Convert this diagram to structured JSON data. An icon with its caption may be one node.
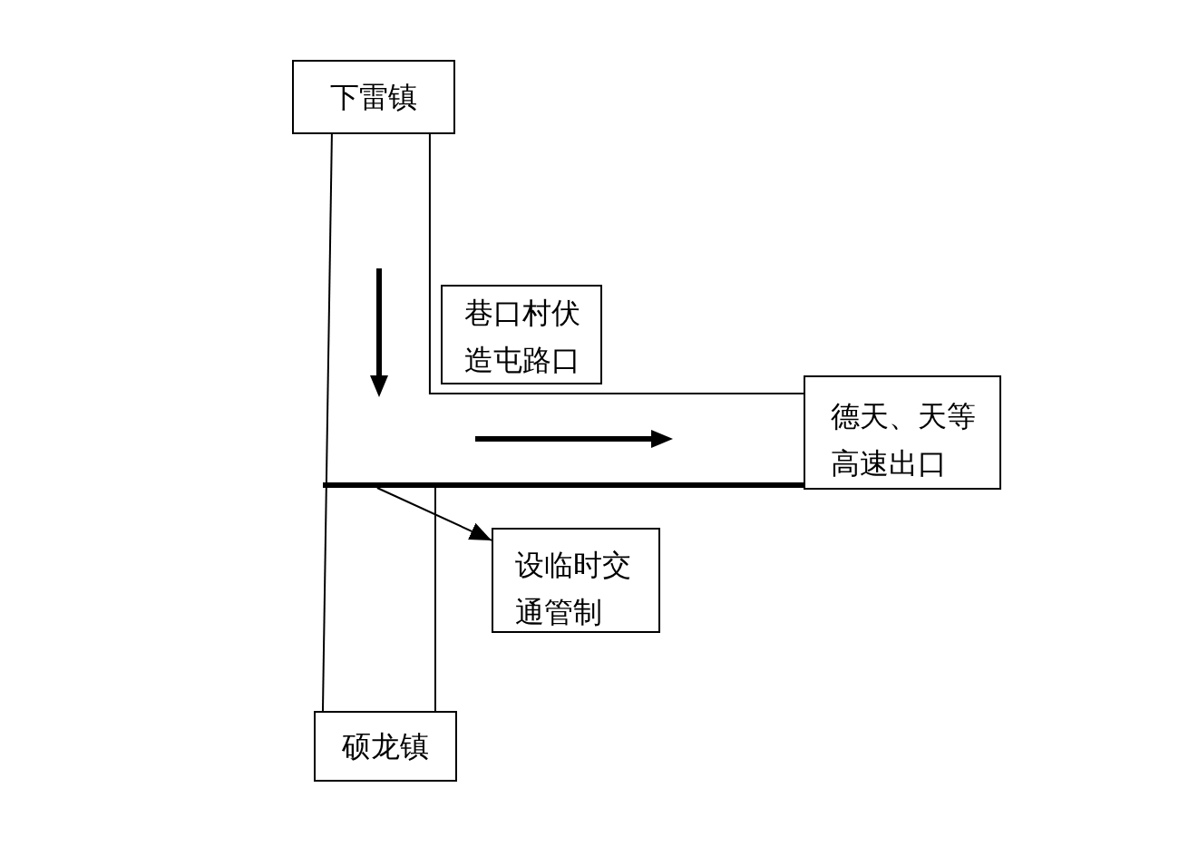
{
  "diagram": {
    "nodes": [
      {
        "text": [
          "下雷镇"
        ]
      },
      {
        "text": [
          "巷口村伏造屯路口"
        ]
      },
      {
        "text": [
          "德天、天等高速出口"
        ]
      },
      {
        "text": [],
        "shape": "bar"
      },
      {
        "text": [
          "设临时交通管制"
        ]
      },
      {
        "text": [
          "硕龙镇"
        ]
      }
    ],
    "edges": [
      {
        "from": 0,
        "to": 5,
        "arrow": "none"
      },
      {
        "from": 0,
        "to": 2,
        "arrow": "none"
      },
      {
        "from": 3,
        "to": 4,
        "arrow": "to"
      },
      {
        "from": 3,
        "to": 5,
        "arrow": "none"
      }
    ]
  }
}
